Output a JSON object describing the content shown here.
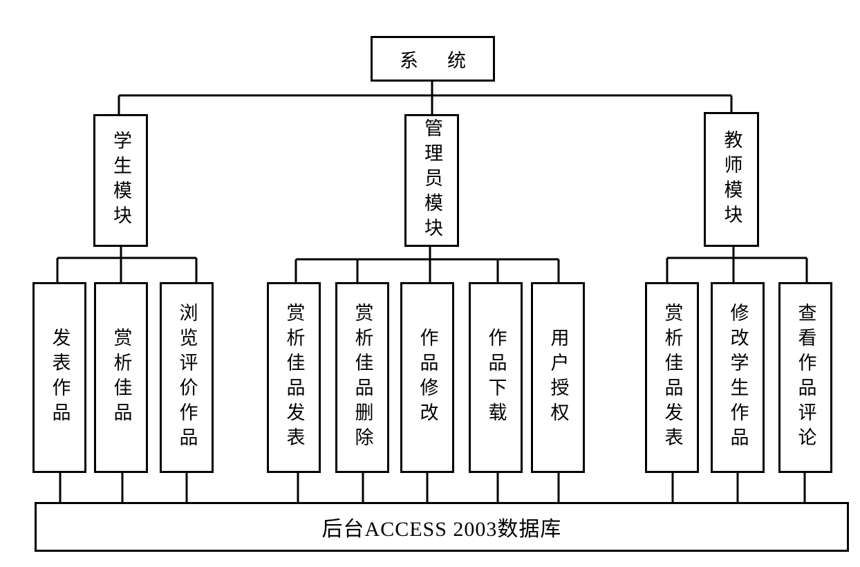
{
  "root": {
    "label": "系统"
  },
  "modules": [
    {
      "label": "学生模块",
      "children": [
        "发表作品",
        "赏析佳品",
        "浏览评价作品"
      ]
    },
    {
      "label": "管理员模块",
      "children": [
        "赏析佳品发表",
        "赏析佳品删除",
        "作品修改",
        "作品下载",
        "用户授权"
      ]
    },
    {
      "label": "教师模块",
      "children": [
        "赏析佳品发表",
        "修改学生作品",
        "查看作品评论"
      ]
    }
  ],
  "database": {
    "label": "后台ACCESS 2003数据库"
  }
}
